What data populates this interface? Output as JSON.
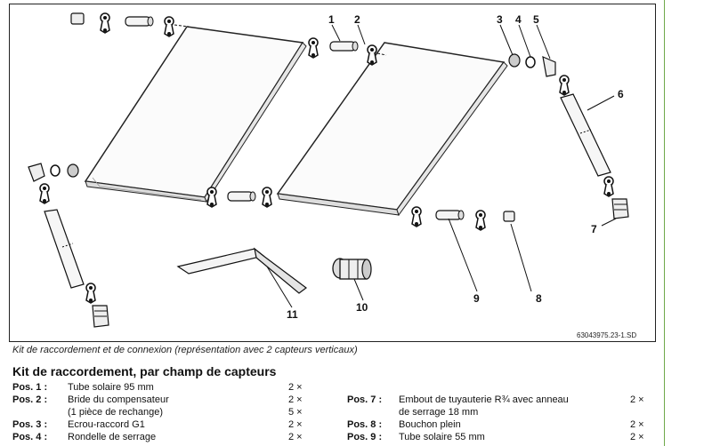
{
  "figure": {
    "labels": [
      "1",
      "2",
      "3",
      "4",
      "5",
      "6",
      "7",
      "8",
      "9",
      "10",
      "11"
    ],
    "ref_code": "63043975.23-1.SD",
    "caption": "Kit de raccordement et de connexion (représentation avec 2 capteurs verticaux)"
  },
  "kit": {
    "title": "Kit de raccordement, par champ de capteurs",
    "left": [
      {
        "pos": "Pos. 1 :",
        "desc": "Tube solaire 95 mm",
        "qty": "2 ×"
      },
      {
        "pos": "Pos. 2 :",
        "desc": "Bride du compensateur",
        "qty": "2 ×"
      },
      {
        "pos": "",
        "desc": "(1 pièce de rechange)",
        "qty": "5 ×"
      },
      {
        "pos": "Pos. 3 :",
        "desc": "Ecrou-raccord G1",
        "qty": "2 ×"
      },
      {
        "pos": "Pos. 4 :",
        "desc": "Rondelle de serrage",
        "qty": "2 ×"
      }
    ],
    "right": [
      {
        "pos": "Pos. 7 :",
        "desc": "Embout de tuyauterie R¾ avec anneau",
        "qty": "2 ×"
      },
      {
        "pos": "",
        "desc": "de serrage 18 mm",
        "qty": ""
      },
      {
        "pos": "Pos. 8 :",
        "desc": "Bouchon plein",
        "qty": "2 ×"
      },
      {
        "pos": "Pos. 9 :",
        "desc": "Tube solaire 55 mm",
        "qty": "2 ×"
      }
    ]
  }
}
